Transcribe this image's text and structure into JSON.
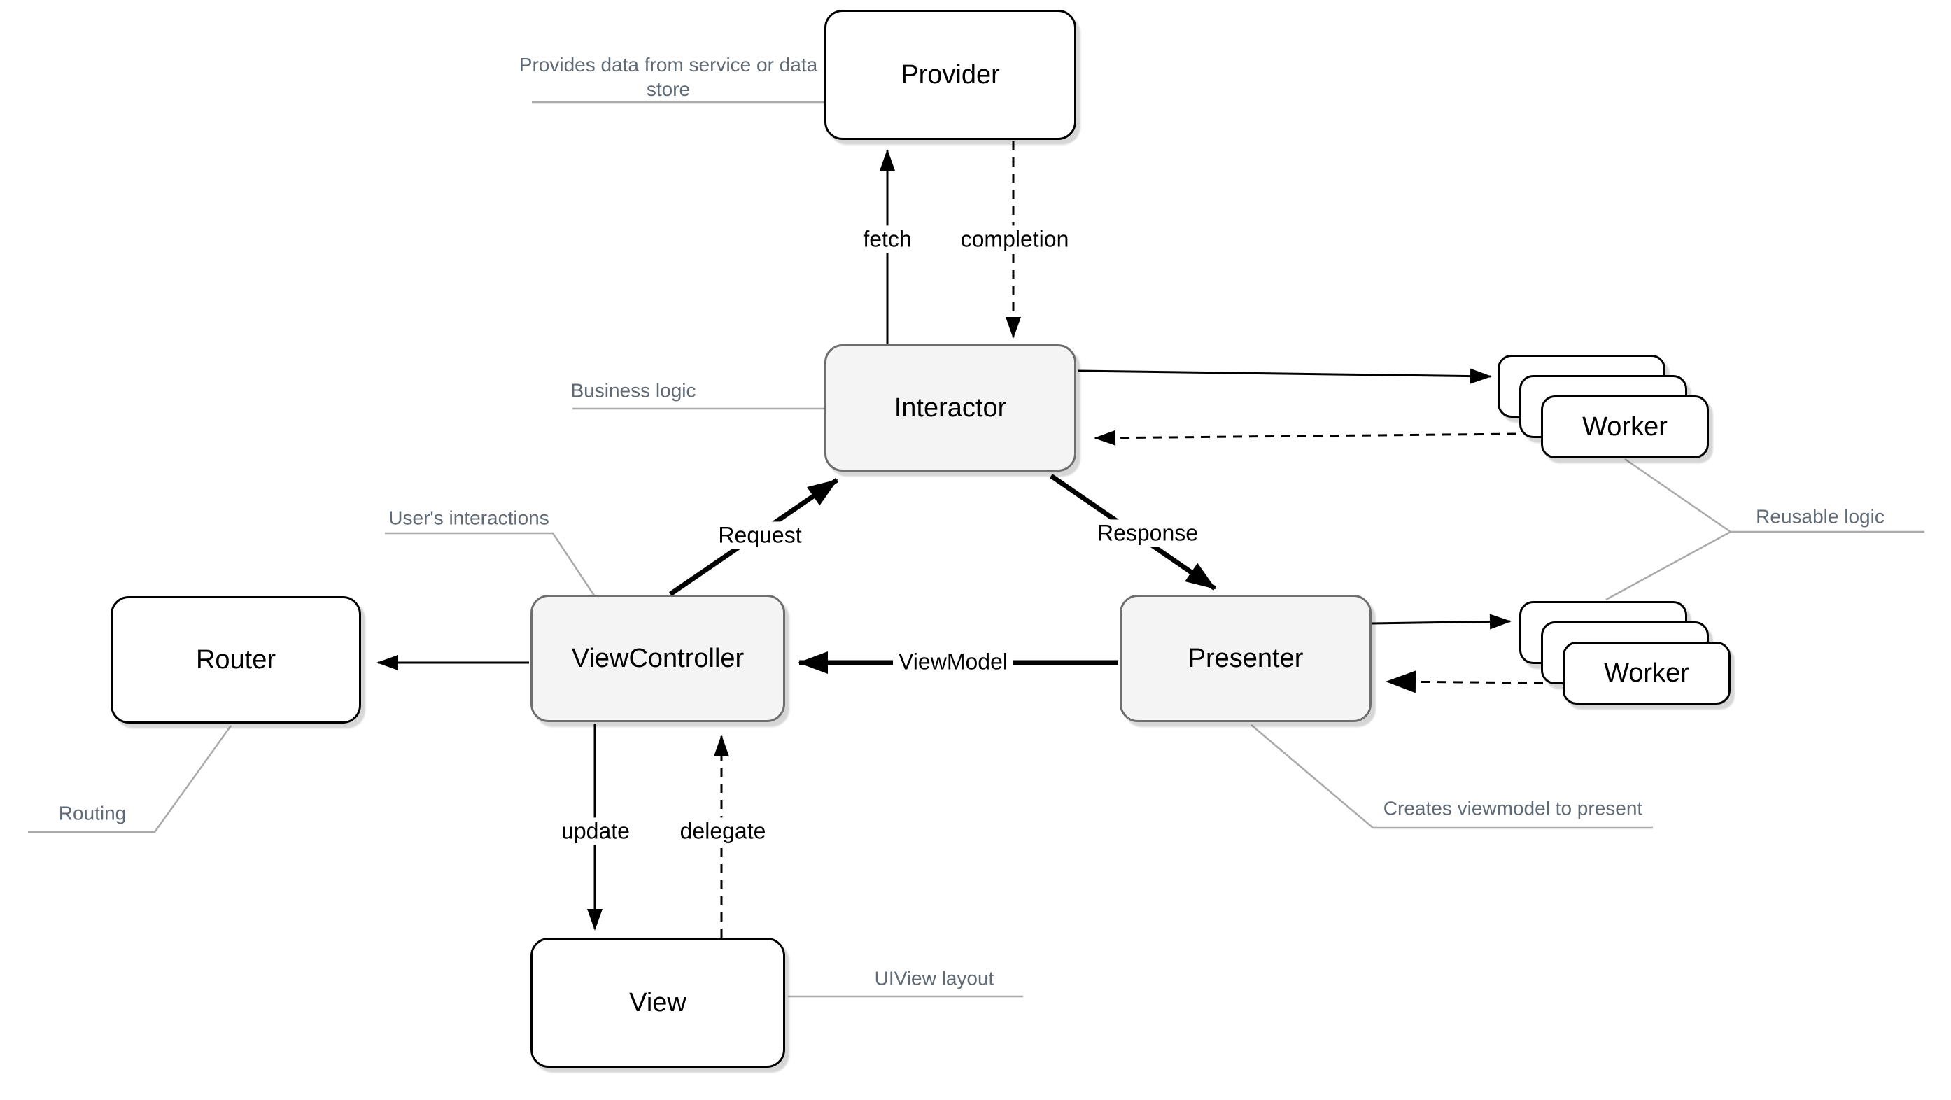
{
  "nodes": {
    "provider": {
      "label": "Provider"
    },
    "interactor": {
      "label": "Interactor"
    },
    "router": {
      "label": "Router"
    },
    "view_controller": {
      "label": "ViewController"
    },
    "presenter": {
      "label": "Presenter"
    },
    "view": {
      "label": "View"
    },
    "worker_top": {
      "label": "Worker"
    },
    "worker_bottom": {
      "label": "Worker"
    }
  },
  "edge_labels": {
    "fetch": "fetch",
    "completion": "completion",
    "request": "Request",
    "response": "Response",
    "view_model": "ViewModel",
    "update": "update",
    "delegate": "delegate"
  },
  "annotations": {
    "provider_note": "Provides data from service or data store",
    "interactor_note": "Business logic",
    "view_controller_note": "User's interactions",
    "router_note": "Routing",
    "workers_note": "Reusable logic",
    "presenter_note": "Creates viewmodel to present",
    "view_note": "UIView layout"
  },
  "colors": {
    "node_fill_gray": "#f4f4f4",
    "node_fill_white": "#ffffff",
    "node_border_gray": "#6e6e6e",
    "node_border_black": "#000000",
    "edge_color": "#000000",
    "annotation_text": "#5f6a75",
    "annotation_line": "#aaaaaa",
    "canvas_bg": "#ffffff"
  }
}
